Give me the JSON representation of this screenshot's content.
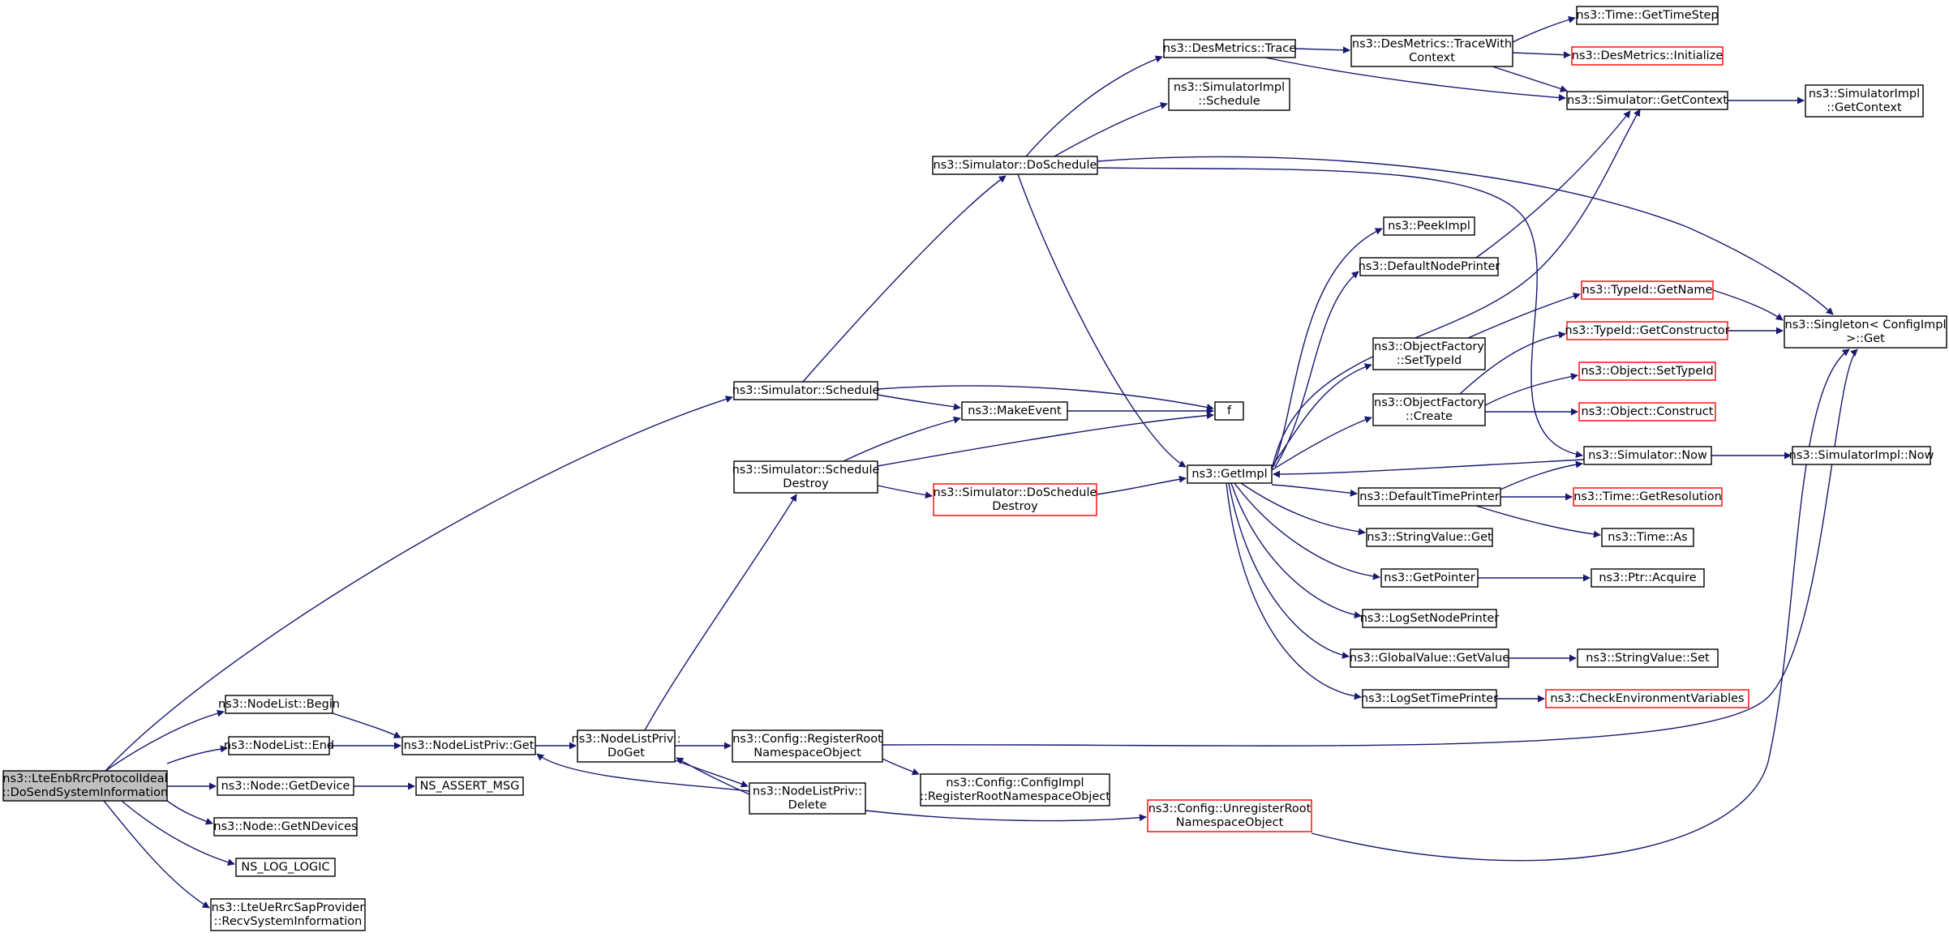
{
  "colors": {
    "edge": "#191970",
    "border_default": "#000000",
    "border_truncated": "#ff0000",
    "root_fill": "#bfbfbf",
    "node_fill": "#ffffff"
  },
  "nodes": [
    {
      "id": "root",
      "lines": [
        "ns3::LteEnbRrcProtocolIdeal",
        "::DoSendSystemInformation"
      ],
      "root": true
    },
    {
      "id": "nl_begin",
      "lines": [
        "ns3::NodeList::Begin"
      ]
    },
    {
      "id": "nl_end",
      "lines": [
        "ns3::NodeList::End"
      ]
    },
    {
      "id": "node_getdevice",
      "lines": [
        "ns3::Node::GetDevice"
      ]
    },
    {
      "id": "node_getndevices",
      "lines": [
        "ns3::Node::GetNDevices"
      ]
    },
    {
      "id": "ns_log_logic",
      "lines": [
        "NS_LOG_LOGIC"
      ]
    },
    {
      "id": "recv_sysinfo",
      "lines": [
        "ns3::LteUeRrcSapProvider",
        "::RecvSystemInformation"
      ]
    },
    {
      "id": "nlp_get",
      "lines": [
        "ns3::NodeListPriv::Get"
      ]
    },
    {
      "id": "ns_assert",
      "lines": [
        "NS_ASSERT_MSG"
      ]
    },
    {
      "id": "nlp_doget",
      "lines": [
        "ns3::NodeListPriv::",
        "DoGet"
      ]
    },
    {
      "id": "sim_schedule",
      "lines": [
        "ns3::Simulator::Schedule"
      ]
    },
    {
      "id": "sim_sched_destroy",
      "lines": [
        "ns3::Simulator::Schedule",
        "Destroy"
      ]
    },
    {
      "id": "cfg_register",
      "lines": [
        "ns3::Config::RegisterRoot",
        "NamespaceObject"
      ]
    },
    {
      "id": "nlp_delete",
      "lines": [
        "ns3::NodeListPriv::",
        "Delete"
      ]
    },
    {
      "id": "cfg_impl_register",
      "lines": [
        "ns3::Config::ConfigImpl",
        "::RegisterRootNamespaceObject"
      ]
    },
    {
      "id": "sim_doschedule",
      "lines": [
        "ns3::Simulator::DoSchedule"
      ]
    },
    {
      "id": "make_event",
      "lines": [
        "ns3::MakeEvent"
      ]
    },
    {
      "id": "f",
      "lines": [
        "f"
      ]
    },
    {
      "id": "sim_doschedule_destroy",
      "lines": [
        "ns3::Simulator::DoSchedule",
        "Destroy"
      ],
      "truncated": true
    },
    {
      "id": "cfg_unregister",
      "lines": [
        "ns3::Config::UnregisterRoot",
        "NamespaceObject"
      ],
      "truncated": true
    },
    {
      "id": "des_trace",
      "lines": [
        "ns3::DesMetrics::Trace"
      ]
    },
    {
      "id": "simimpl_schedule",
      "lines": [
        "ns3::SimulatorImpl",
        "::Schedule"
      ]
    },
    {
      "id": "get_impl",
      "lines": [
        "ns3::GetImpl"
      ]
    },
    {
      "id": "des_trace_ctx",
      "lines": [
        "ns3::DesMetrics::TraceWith",
        "Context"
      ]
    },
    {
      "id": "peek_impl",
      "lines": [
        "ns3::PeekImpl"
      ]
    },
    {
      "id": "default_node_printer",
      "lines": [
        "ns3::DefaultNodePrinter"
      ]
    },
    {
      "id": "of_settypeid",
      "lines": [
        "ns3::ObjectFactory",
        "::SetTypeId"
      ]
    },
    {
      "id": "of_create",
      "lines": [
        "ns3::ObjectFactory",
        "::Create"
      ]
    },
    {
      "id": "default_time_printer",
      "lines": [
        "ns3::DefaultTimePrinter"
      ]
    },
    {
      "id": "stringvalue_get",
      "lines": [
        "ns3::StringValue::Get"
      ]
    },
    {
      "id": "get_pointer",
      "lines": [
        "ns3::GetPointer"
      ]
    },
    {
      "id": "log_set_node_printer",
      "lines": [
        "ns3::LogSetNodePrinter"
      ]
    },
    {
      "id": "gv_getvalue",
      "lines": [
        "ns3::GlobalValue::GetValue"
      ]
    },
    {
      "id": "log_set_time_printer",
      "lines": [
        "ns3::LogSetTimePrinter"
      ]
    },
    {
      "id": "time_gettimestep",
      "lines": [
        "ns3::Time::GetTimeStep"
      ]
    },
    {
      "id": "des_initialize",
      "lines": [
        "ns3::DesMetrics::Initialize"
      ],
      "truncated": true
    },
    {
      "id": "sim_getcontext",
      "lines": [
        "ns3::Simulator::GetContext"
      ]
    },
    {
      "id": "simimpl_getcontext",
      "lines": [
        "ns3::SimulatorImpl",
        "::GetContext"
      ]
    },
    {
      "id": "typeid_getname",
      "lines": [
        "ns3::TypeId::GetName"
      ],
      "truncated": true
    },
    {
      "id": "typeid_getconstructor",
      "lines": [
        "ns3::TypeId::GetConstructor"
      ],
      "truncated": true
    },
    {
      "id": "object_settypeid",
      "lines": [
        "ns3::Object::SetTypeId"
      ],
      "truncated": true
    },
    {
      "id": "object_construct",
      "lines": [
        "ns3::Object::Construct"
      ],
      "truncated": true
    },
    {
      "id": "singleton_get",
      "lines": [
        "ns3::Singleton< ConfigImpl",
        ">::Get"
      ]
    },
    {
      "id": "sim_now",
      "lines": [
        "ns3::Simulator::Now"
      ]
    },
    {
      "id": "simimpl_now",
      "lines": [
        "ns3::SimulatorImpl::Now"
      ]
    },
    {
      "id": "time_getresolution",
      "lines": [
        "ns3::Time::GetResolution"
      ],
      "truncated": true
    },
    {
      "id": "time_as",
      "lines": [
        "ns3::Time::As"
      ]
    },
    {
      "id": "ptr_acquire",
      "lines": [
        "ns3::Ptr::Acquire"
      ]
    },
    {
      "id": "stringvalue_set",
      "lines": [
        "ns3::StringValue::Set"
      ]
    },
    {
      "id": "check_env_vars",
      "lines": [
        "ns3::CheckEnvironmentVariables"
      ],
      "truncated": true
    }
  ]
}
